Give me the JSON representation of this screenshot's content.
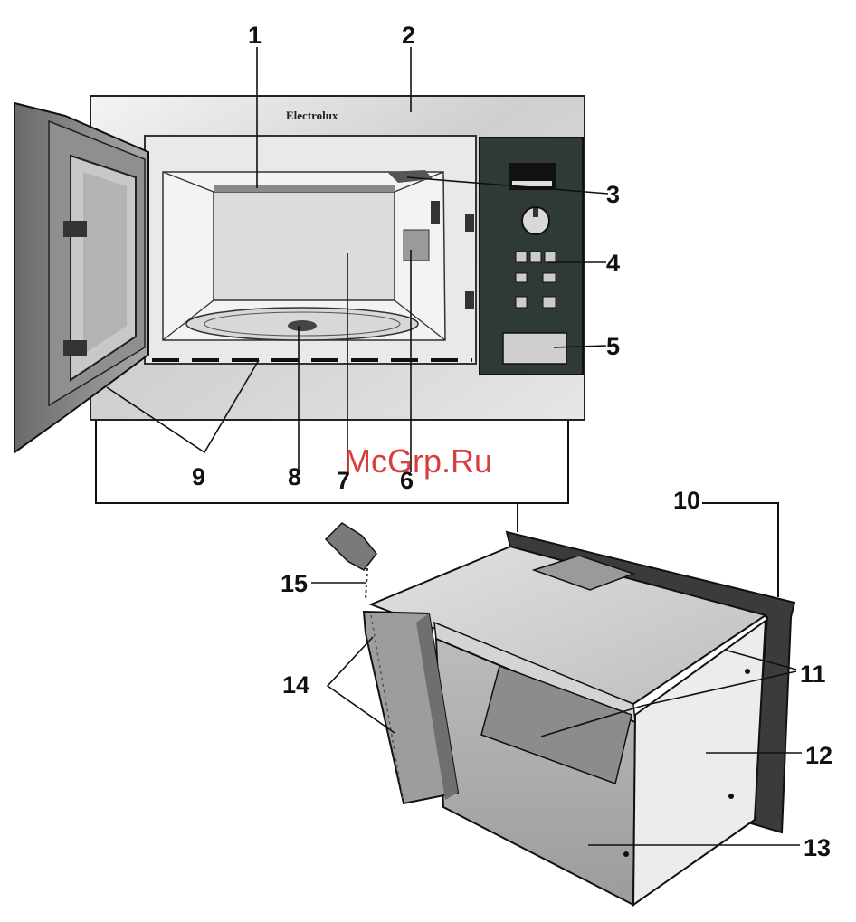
{
  "brand_label": "Electrolux",
  "watermark": "McGrp.Ru",
  "callouts": {
    "c1": "1",
    "c2": "2",
    "c3": "3",
    "c4": "4",
    "c5": "5",
    "c6": "6",
    "c7": "7",
    "c8": "8",
    "c9": "9",
    "c10": "10",
    "c11": "11",
    "c12": "12",
    "c13": "13",
    "c14": "14",
    "c15": "15"
  }
}
